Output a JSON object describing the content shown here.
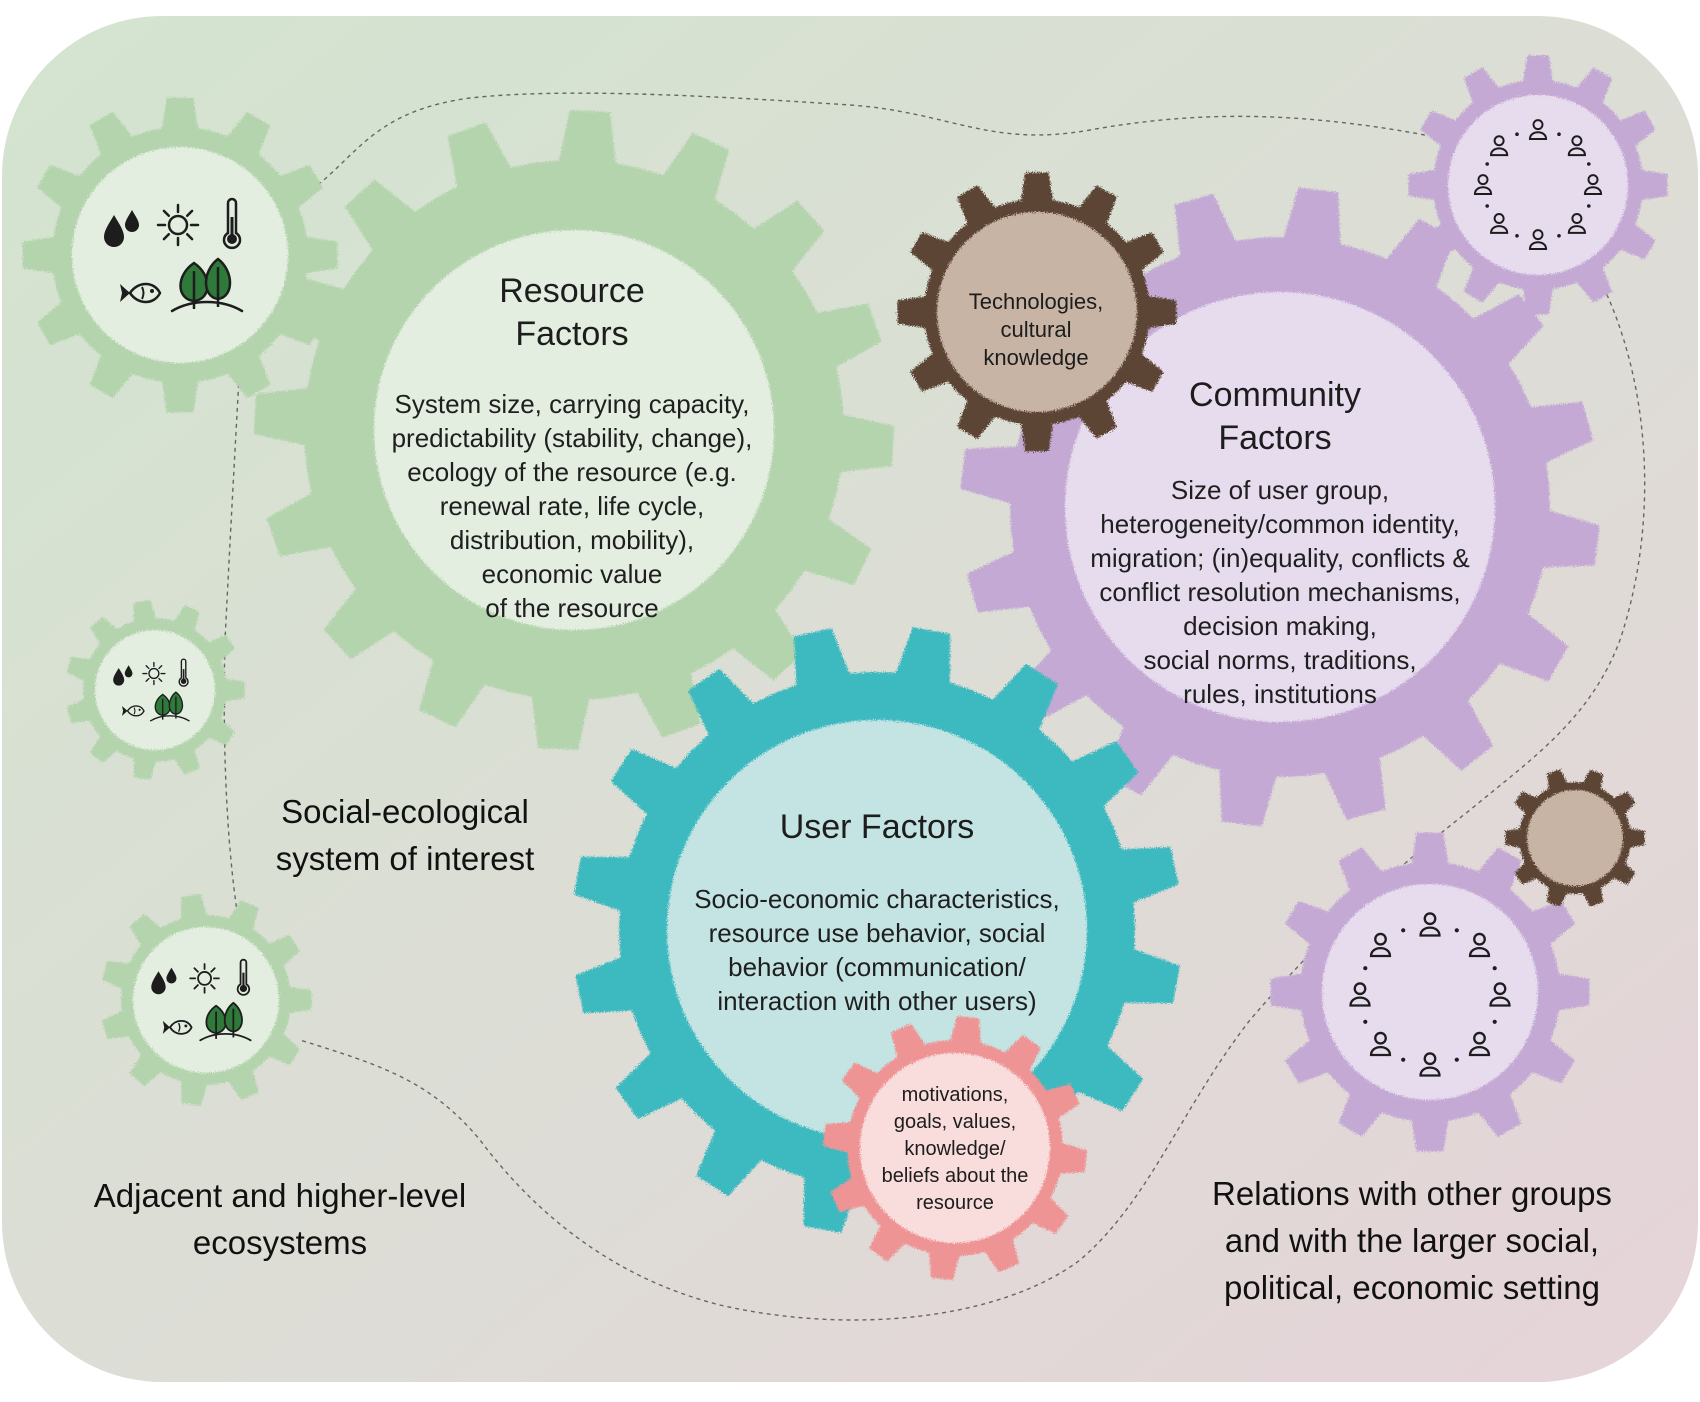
{
  "colors": {
    "background_green": "#d3e4cf",
    "background_pink": "#e6d3d8",
    "resource_gear": "#b3d4ac",
    "resource_inner": "#e3eee0",
    "community_gear": "#c3a9d3",
    "community_inner": "#e7dcee",
    "user_gear": "#3eb9c0",
    "user_inner": "#c4e3e3",
    "individual_gear": "#ef9495",
    "individual_inner": "#f9dcdc",
    "tech_gear": "#5b4535",
    "tech_inner": "#c7b4a5",
    "ink": "#1d1d1d"
  },
  "gears": {
    "resource": {
      "title": [
        "Resource",
        "Factors"
      ],
      "body": [
        "System size, carrying capacity,",
        "predictability (stability, change),",
        "ecology of the resource (e.g.",
        "renewal rate, life cycle,",
        "distribution, mobility),",
        "economic value",
        "of the resource"
      ]
    },
    "community": {
      "title": [
        "Community",
        "Factors"
      ],
      "body": [
        "Size of user group,",
        "heterogeneity/common identity,",
        "migration; (in)equality, conflicts &",
        "conflict resolution mechanisms,",
        "decision making,",
        "social norms, traditions,",
        "rules, institutions"
      ]
    },
    "user": {
      "title": [
        "User Factors"
      ],
      "body": [
        "Socio-economic characteristics,",
        "resource use behavior, social",
        "behavior (communication/",
        "interaction with other users)"
      ]
    },
    "individual": {
      "body": [
        "motivations,",
        "goals, values,",
        "knowledge/",
        "beliefs about the",
        "resource"
      ]
    },
    "technology": {
      "body": [
        "Technologies,",
        "cultural",
        "knowledge"
      ]
    }
  },
  "icons": {
    "ecosystem": [
      "water-drops-icon",
      "sun-icon",
      "thermometer-icon",
      "fish-icon",
      "trees-icon"
    ],
    "community": [
      "person-icon"
    ]
  },
  "labels": {
    "system_of_interest": [
      "Social-ecological",
      "system of interest"
    ],
    "adjacent": [
      "Adjacent and higher-level",
      "ecosystems"
    ],
    "relations": [
      "Relations with other groups",
      "and with the larger social,",
      "political, economic setting"
    ]
  }
}
